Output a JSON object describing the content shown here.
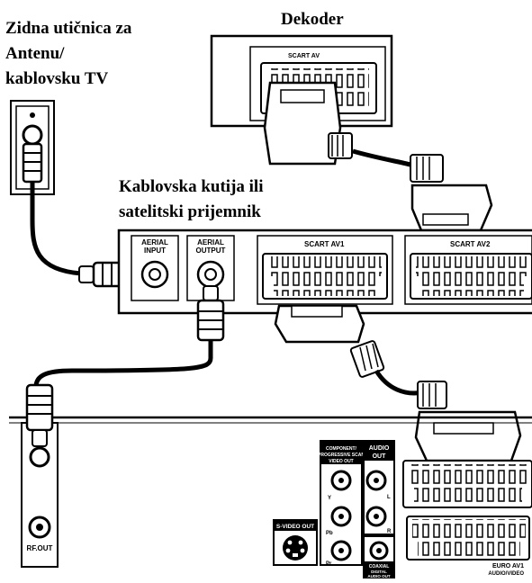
{
  "labels": {
    "wall_outlet": [
      "Zidna utičnica za",
      "Antenu/",
      "kablovsku TV"
    ],
    "decoder": "Dekoder",
    "cable_box": [
      "Kablovska kutija ili",
      "satelitski prijemnik"
    ]
  },
  "panel_text": {
    "decoder_scart": "SCART AV",
    "aerial_input": [
      "AERIAL",
      "INPUT"
    ],
    "aerial_output": [
      "AERIAL",
      "OUTPUT"
    ],
    "scart_av1": "SCART AV1",
    "scart_av2": "SCART AV2",
    "rf_out": "RF.OUT",
    "component_out": [
      "COMPONENT/",
      "PROGRESSIVE SCAN",
      "VIDEO OUT"
    ],
    "audio_out": [
      "AUDIO",
      "OUT"
    ],
    "s_video_out": "S-VIDEO OUT",
    "coaxial": "COAXIAL",
    "digital_audio_out": [
      "DIGITAL",
      "AUDIO OUT"
    ],
    "euro_av1": [
      "EURO AV1",
      "AUDIO/VIDEO"
    ],
    "jack_y": "Y",
    "jack_pb": "Pb",
    "jack_pr": "Pr",
    "jack_l": "L",
    "jack_r": "R"
  }
}
